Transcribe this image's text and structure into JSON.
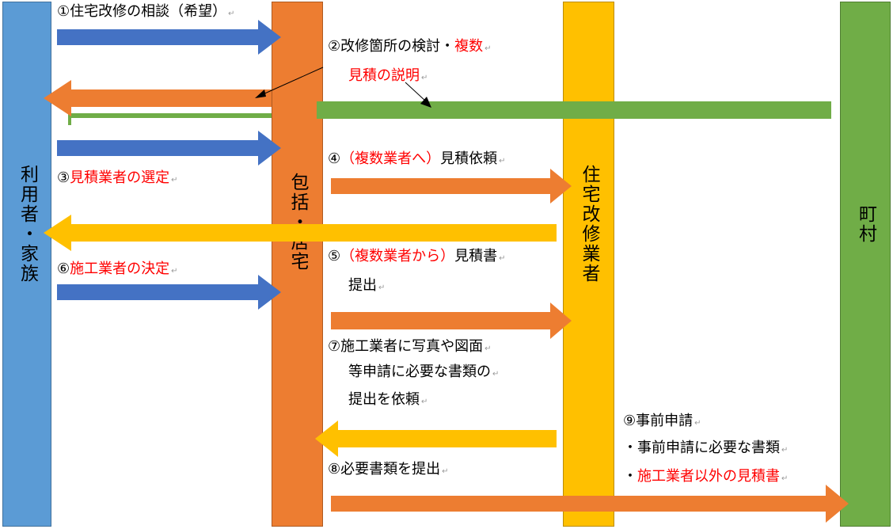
{
  "actors": {
    "user": "利用者・家族",
    "center": "包括・居宅",
    "contractor": "住宅改修業者",
    "town": "町村"
  },
  "steps": {
    "s1": "①住宅改修の相談（希望）",
    "s2_a": "②改修箇所の検討・",
    "s2_b": "複数",
    "s2_c": "見積の説明",
    "s3_num": "③",
    "s3_text": "見積業者の選定",
    "s4_num": "④",
    "s4_red": "（複数業者へ）",
    "s4_text": "見積依頼",
    "s5_num": "⑤",
    "s5_red": "（複数業者から）",
    "s5_text": "見積書",
    "s5_b": "提出",
    "s6_num": "⑥",
    "s6_text": "施工業者の決定",
    "s7_a": "⑦施工業者に写真や図面",
    "s7_b": "等申請に必要な書類の",
    "s7_c": "提出を依頼",
    "s8": "⑧必要書類を提出",
    "s9_a": "⑨事前申請",
    "s9_b": "・事前申請に必要な書類",
    "s9_c_pre": "・",
    "s9_c": "施工業者以外の見積書"
  },
  "colors": {
    "blue": "#4472c4",
    "light_blue": "#5b9bd5",
    "orange": "#ed7d31",
    "yellow": "#ffc000",
    "green": "#70ad47",
    "red": "#ff0000"
  }
}
